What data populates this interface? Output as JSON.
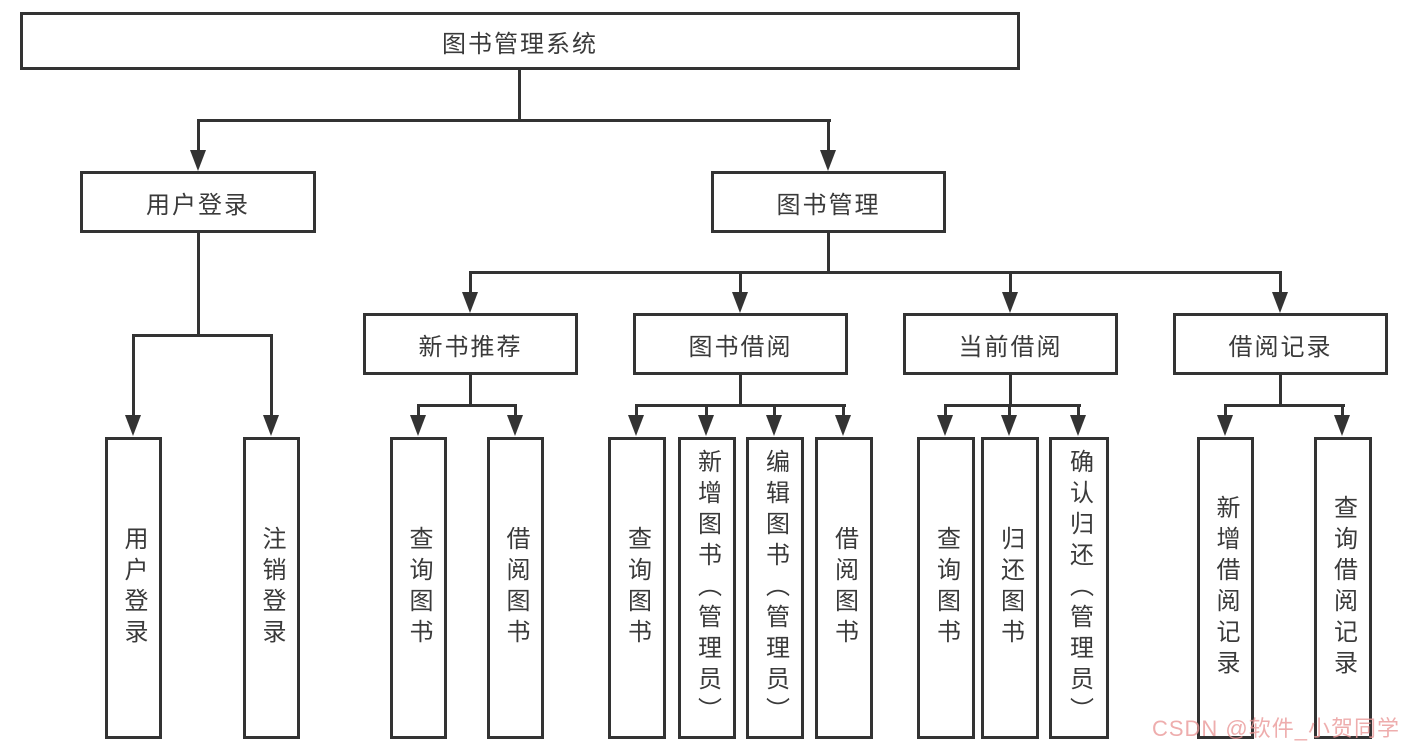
{
  "diagram": {
    "root": {
      "label": "图书管理系统"
    },
    "branches": [
      {
        "label": "用户登录",
        "leaves": [
          {
            "label": "用户登录"
          },
          {
            "label": "注销登录"
          }
        ]
      },
      {
        "label": "图书管理",
        "groups": [
          {
            "label": "新书推荐",
            "leaves": [
              {
                "label": "查询图书"
              },
              {
                "label": "借阅图书"
              }
            ]
          },
          {
            "label": "图书借阅",
            "leaves": [
              {
                "label": "查询图书"
              },
              {
                "label": "新增图书（管理员）"
              },
              {
                "label": "编辑图书（管理员）"
              },
              {
                "label": "借阅图书"
              }
            ]
          },
          {
            "label": "当前借阅",
            "leaves": [
              {
                "label": "查询图书"
              },
              {
                "label": "归还图书"
              },
              {
                "label": "确认归还（管理员）"
              }
            ]
          },
          {
            "label": "借阅记录",
            "leaves": [
              {
                "label": "新增借阅记录"
              },
              {
                "label": "查询借阅记录"
              }
            ]
          }
        ]
      }
    ]
  },
  "watermark": {
    "text": "CSDN @软件_小贺同学",
    "color": "#e99696"
  },
  "colors": {
    "line": "#333333",
    "box_border": "#333333",
    "box_background": "#ffffff",
    "text": "#3a3a3a",
    "page_background": "#ffffff"
  }
}
